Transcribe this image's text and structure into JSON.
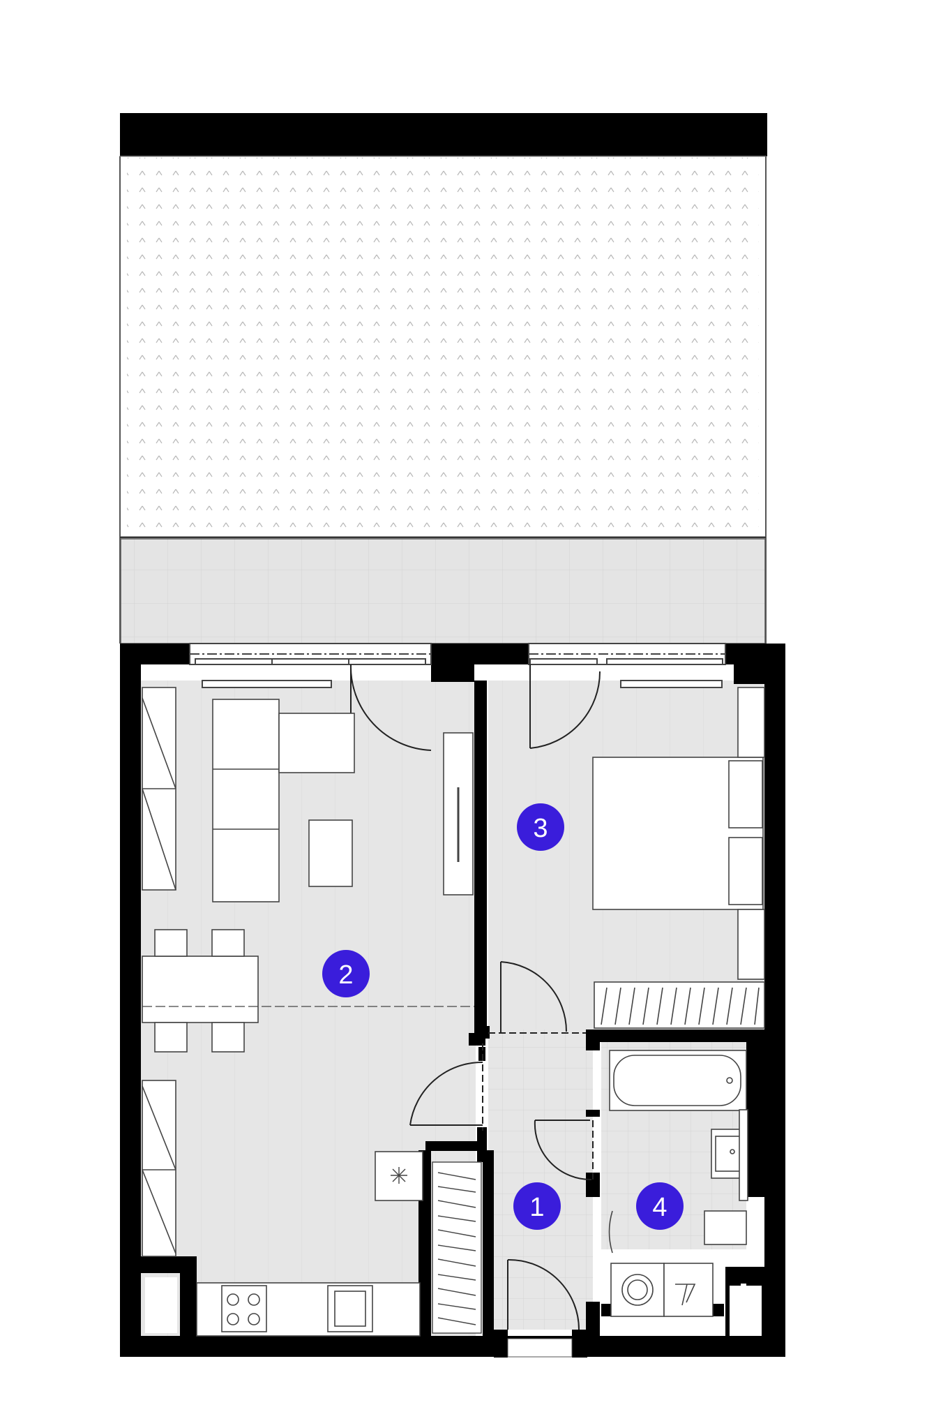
{
  "rooms": [
    {
      "id": "1",
      "label": "1"
    },
    {
      "id": "2",
      "label": "2"
    },
    {
      "id": "3",
      "label": "3"
    },
    {
      "id": "4",
      "label": "4"
    }
  ],
  "colors": {
    "wall": "#000000",
    "floor": "#e6e6e6",
    "badge": "#3a1ddb",
    "badge_text": "#ffffff",
    "terrace_dots": "#b5b5b5"
  }
}
